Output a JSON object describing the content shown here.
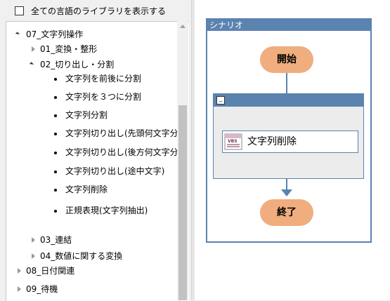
{
  "library": {
    "show_all_label": "全ての言語のライブラリを表示する",
    "tree": [
      {
        "label": "07_文字列操作",
        "state": "open",
        "level": 0
      },
      {
        "label": "01_変換・整形",
        "state": "closed",
        "level": 1
      },
      {
        "label": "02_切り出し・分割",
        "state": "open",
        "level": 1
      },
      {
        "label": "文字列を前後に分割",
        "state": "leaf",
        "level": 2
      },
      {
        "label": "文字列を３つに分割",
        "state": "leaf",
        "level": 2
      },
      {
        "label": "文字列分割",
        "state": "leaf",
        "level": 2
      },
      {
        "label": "文字列切り出し(先頭何文字分)",
        "state": "leaf",
        "level": 2
      },
      {
        "label": "文字列切り出し(後方何文字分)",
        "state": "leaf",
        "level": 2
      },
      {
        "label": "文字列切り出し(途中文字)",
        "state": "leaf",
        "level": 2
      },
      {
        "label": "文字列削除",
        "state": "leaf",
        "level": 2
      },
      {
        "label": "正規表現(文字列抽出)",
        "state": "leaf",
        "level": 2
      },
      {
        "label": "03_連結",
        "state": "closed",
        "level": 1
      },
      {
        "label": "04_数値に関する変換",
        "state": "closed",
        "level": 1
      },
      {
        "label": "08_日付関連",
        "state": "closed",
        "level": 0
      },
      {
        "label": "09_待機",
        "state": "closed",
        "level": 0
      }
    ]
  },
  "scenario": {
    "title": "シナリオ",
    "start_label": "開始",
    "end_label": "終了",
    "group_collapse_symbol": "_",
    "action_label": "文字列削除",
    "action_icon": "vbs-script-icon",
    "action_icon_text": "VBS"
  },
  "colors": {
    "accent": "#5b83b0",
    "node_fill": "#f0ad7e"
  }
}
